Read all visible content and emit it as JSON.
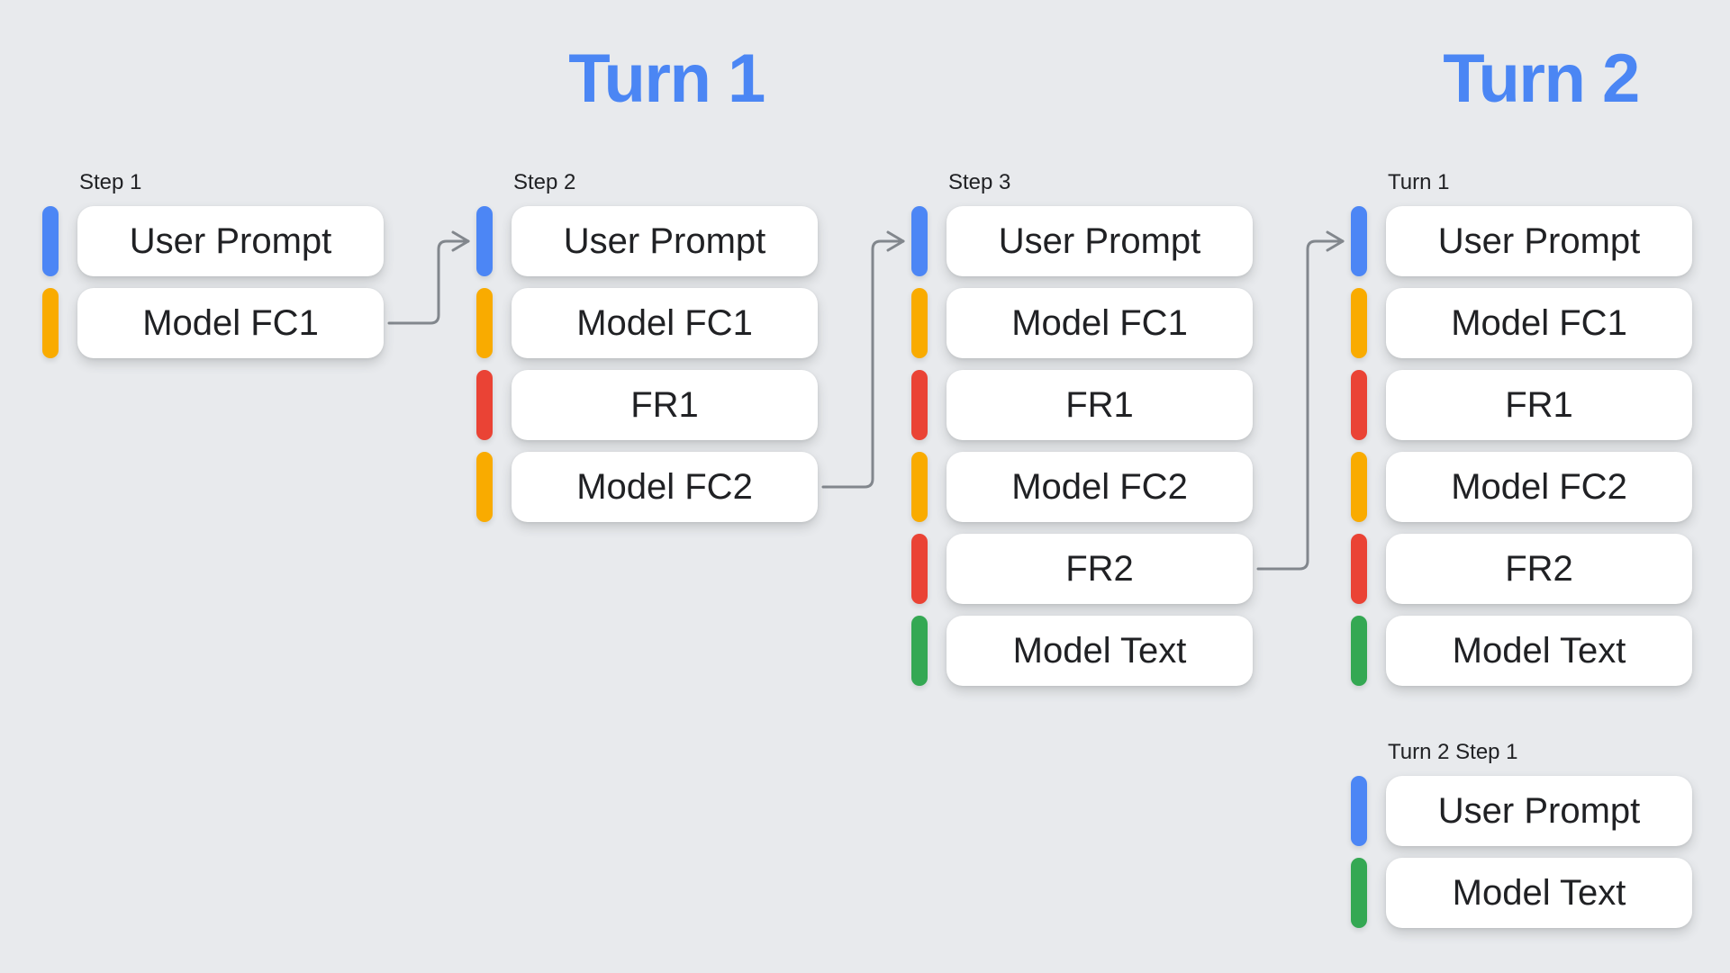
{
  "titles": [
    {
      "text": "Turn 1"
    },
    {
      "text": "Turn 2"
    }
  ],
  "colors": {
    "background": "#e8eaed",
    "box_fill": "#ffffff",
    "text": "#202124",
    "title_blue": "#4b86f4",
    "arrow_gray": "#82878d",
    "user_prompt": "#4c86f5",
    "model_fc": "#f9ab00",
    "function_response": "#ea4335",
    "model_text": "#34a853"
  },
  "columns": [
    {
      "label": "Step 1",
      "items": [
        {
          "type": "user_prompt",
          "text": "User Prompt"
        },
        {
          "type": "model_fc",
          "text": "Model FC1"
        }
      ]
    },
    {
      "label": "Step 2",
      "items": [
        {
          "type": "user_prompt",
          "text": "User Prompt"
        },
        {
          "type": "model_fc",
          "text": "Model FC1"
        },
        {
          "type": "function_response",
          "text": "FR1"
        },
        {
          "type": "model_fc",
          "text": "Model FC2"
        }
      ]
    },
    {
      "label": "Step 3",
      "items": [
        {
          "type": "user_prompt",
          "text": "User Prompt"
        },
        {
          "type": "model_fc",
          "text": "Model FC1"
        },
        {
          "type": "function_response",
          "text": "FR1"
        },
        {
          "type": "model_fc",
          "text": "Model FC2"
        },
        {
          "type": "function_response",
          "text": "FR2"
        },
        {
          "type": "model_text",
          "text": "Model Text"
        }
      ]
    },
    {
      "label": "Turn 1",
      "items": [
        {
          "type": "user_prompt",
          "text": "User Prompt"
        },
        {
          "type": "model_fc",
          "text": "Model FC1"
        },
        {
          "type": "function_response",
          "text": "FR1"
        },
        {
          "type": "model_fc",
          "text": "Model FC2"
        },
        {
          "type": "function_response",
          "text": "FR2"
        },
        {
          "type": "model_text",
          "text": "Model Text"
        }
      ]
    },
    {
      "label": "Turn 2 Step 1",
      "items": [
        {
          "type": "user_prompt",
          "text": "User Prompt"
        },
        {
          "type": "model_text",
          "text": "Model Text"
        }
      ]
    }
  ],
  "arrows": [
    {
      "name": "step1-model-fc1-to-step2-user-prompt",
      "from_col": 0,
      "from_row": 1,
      "to_col": 1,
      "to_row": 0
    },
    {
      "name": "step2-model-fc2-to-step3-user-prompt",
      "from_col": 1,
      "from_row": 3,
      "to_col": 2,
      "to_row": 0
    },
    {
      "name": "step3-fr2-to-turn1-user-prompt",
      "from_col": 2,
      "from_row": 4,
      "to_col": 3,
      "to_row": 0
    }
  ]
}
